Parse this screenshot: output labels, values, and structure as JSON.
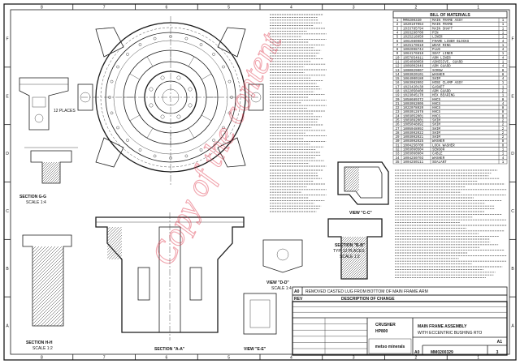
{
  "sheet": {
    "columns": [
      "8",
      "7",
      "6",
      "5",
      "4",
      "3",
      "2",
      "1"
    ],
    "rows": [
      "F",
      "E",
      "D",
      "C",
      "B",
      "A"
    ]
  },
  "bom": {
    "header": "BILL OF MATERIALS",
    "rows": [
      {
        "no": "1",
        "part": "MM0200330",
        "desc": "MAIN FRAME ASSY",
        "qty": "1"
      },
      {
        "no": "2",
        "part": "1020197054",
        "desc": "MAIN FRAME",
        "qty": "1"
      },
      {
        "no": "3",
        "part": "1033785794",
        "desc": "MAIN SHAFT",
        "qty": "1"
      },
      {
        "no": "4",
        "part": "1093290700",
        "desc": "PIN",
        "qty": "1"
      },
      {
        "no": "5",
        "part": "1025218950",
        "desc": "LINER",
        "qty": "1"
      },
      {
        "no": "6",
        "part": "1061980980",
        "desc": "FRAME LINER BLOCKS",
        "qty": "4"
      },
      {
        "no": "7",
        "part": "1025170610",
        "desc": "WEAR RING",
        "qty": "1"
      },
      {
        "no": "8",
        "part": "1002098744",
        "desc": "PLUG",
        "qty": "4"
      },
      {
        "no": "9",
        "part": "1064176818",
        "desc": "SEAT LINER",
        "qty": "1"
      },
      {
        "no": "10",
        "part": "1057854811",
        "desc": "ARM LINER",
        "qty": "4"
      },
      {
        "no": "11",
        "part": "1054090050",
        "desc": "ADHESIVE, GUARD",
        "qty": "1"
      },
      {
        "no": "12",
        "part": "1006002046",
        "desc": "ARM GUARD",
        "qty": "4"
      },
      {
        "no": "13",
        "part": "1000029007",
        "desc": "SCREW",
        "qty": "8"
      },
      {
        "no": "14",
        "part": "1003020101",
        "desc": "WASHER",
        "qty": "8"
      },
      {
        "no": "15",
        "part": "1064000180",
        "desc": "SHIM",
        "qty": "4"
      },
      {
        "no": "16",
        "part": "1083082002",
        "desc": "HOSE CLAMP ASSY",
        "qty": "1"
      },
      {
        "no": "17",
        "part": "1023420130",
        "desc": "GASKET",
        "qty": "1"
      },
      {
        "no": "18",
        "part": "1022050400",
        "desc": "ARM GUARD",
        "qty": "2"
      },
      {
        "no": "19",
        "part": "1023045170",
        "desc": "HEX BEARING",
        "qty": "1"
      },
      {
        "no": "20",
        "part": "1058689372",
        "desc": "HHCS",
        "qty": "8"
      },
      {
        "no": "21",
        "part": "1003052005",
        "desc": "HHCS",
        "qty": "4"
      },
      {
        "no": "22",
        "part": "1022078920",
        "desc": "HHCS",
        "qty": "8"
      },
      {
        "no": "23",
        "part": "1003012678",
        "desc": "HHCS",
        "qty": "8"
      },
      {
        "no": "24",
        "part": "1003052001",
        "desc": "HHCS",
        "qty": "8"
      },
      {
        "no": "25",
        "part": "1003092001",
        "desc": "SHIM",
        "qty": "2"
      },
      {
        "no": "26",
        "part": "1005048892",
        "desc": "SHIM",
        "qty": "2"
      },
      {
        "no": "27",
        "part": "1005048992",
        "desc": "SHIM",
        "qty": "2"
      },
      {
        "no": "28",
        "part": "1003092022",
        "desc": "SHIM",
        "qty": "2"
      },
      {
        "no": "29",
        "part": "1003092021",
        "desc": "SHIM",
        "qty": "2"
      },
      {
        "no": "30",
        "part": "1003092025",
        "desc": "WASHER",
        "qty": "8"
      },
      {
        "no": "31",
        "part": "1004250700",
        "desc": "LOCK WASHER",
        "qty": "8"
      },
      {
        "no": "32",
        "part": "1003060504",
        "desc": "SENSOR",
        "qty": "1"
      },
      {
        "no": "33",
        "part": "1003060904",
        "desc": "CABLE",
        "qty": "1"
      },
      {
        "no": "34",
        "part": "1004250703",
        "desc": "WASHER",
        "qty": "4"
      },
      {
        "no": "35",
        "part": "1004250111",
        "desc": "SEALANT",
        "qty": "1"
      }
    ]
  },
  "labels": {
    "section_gg": "SECTION G-G",
    "section_gg_scale": "SCALE 1:4",
    "view_dd": "VIEW \"D-D\"",
    "view_dd_scale": "SCALE 1:4",
    "view_ee": "VIEW \"E-E\"",
    "section_aa": "SECTION \"A-A\"",
    "section_hh": "SECTION H-H",
    "section_hh_scale": "SCALE 1:2",
    "section_bb": "SECTION \"B-B\"",
    "section_bb_scale": "SCALE 1:2",
    "view_cc": "VIEW \"C-C\"",
    "places_12": "12 PLACES",
    "typ_places": "TYP. 12 PLACES"
  },
  "revision": {
    "header_desc": "DESCRIPTION OF CHANGE",
    "header_rev": "REV",
    "row_rev": "A0",
    "row_desc": "REMOVED CASTED LUG FROM BOTTOM OF MAIN FRAME ARM"
  },
  "title_block": {
    "company": "metso minerals",
    "product_line1": "CRUSHER",
    "product_line2": "HP800",
    "title": "MAIN FRAME ASSEMBLY",
    "subtitle": "WITH ECCENTRIC BUSHING RTO",
    "rev": "A0",
    "drawing_no": "MM0200329",
    "sheet_no": "3",
    "size": "A1"
  },
  "watermark": {
    "text": "Copy of the content",
    "color": "#de3246"
  }
}
